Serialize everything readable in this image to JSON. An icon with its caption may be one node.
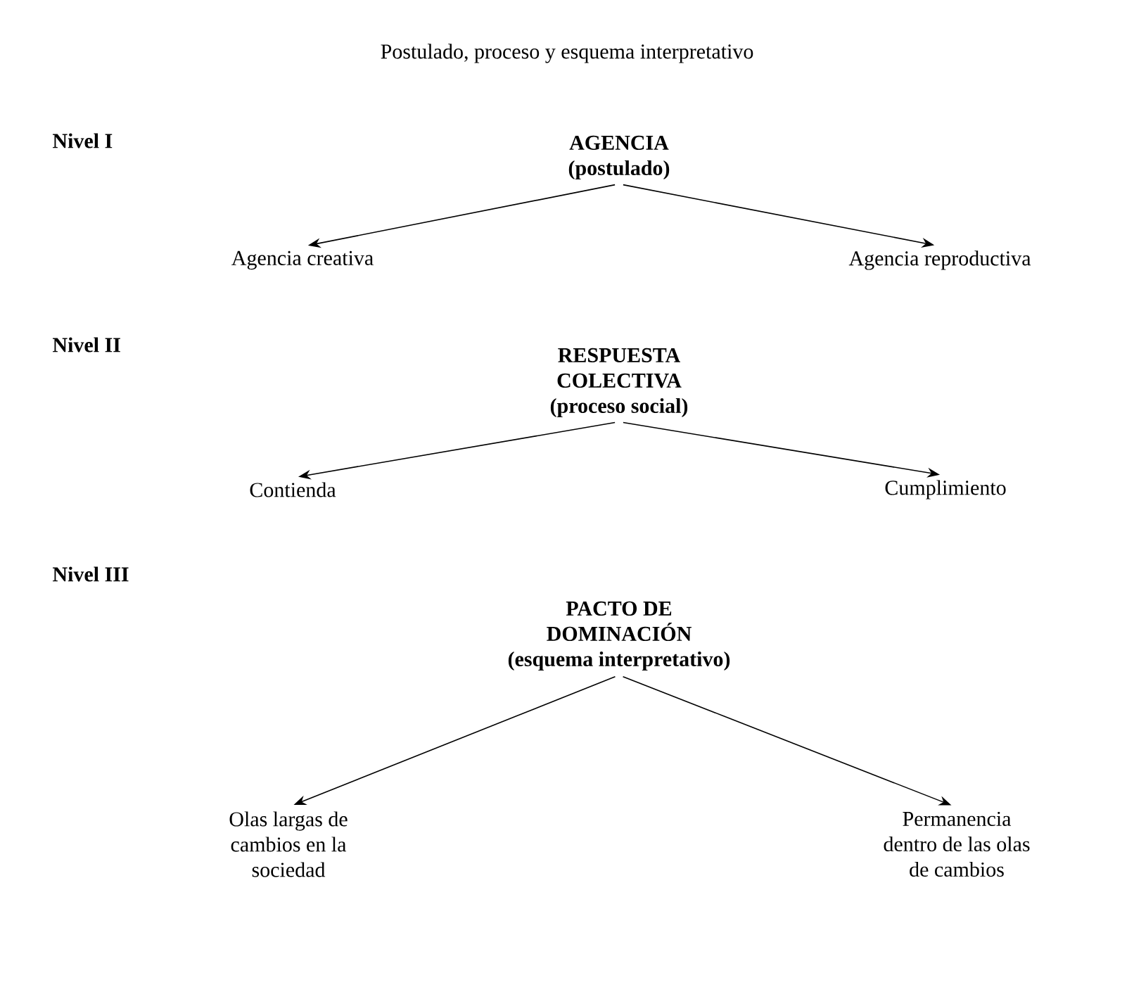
{
  "diagram": {
    "title": "Postulado, proceso y esquema interpretativo",
    "nodes": [
      {
        "text": [
          "AGENCIA (postulado)"
        ]
      },
      {
        "text": [
          "Agencia creativa"
        ]
      },
      {
        "text": [
          "Agencia reproductiva"
        ]
      },
      {
        "text": [
          "RESPUESTA COLECTIVA (proceso social)"
        ]
      },
      {
        "text": [
          "Contienda"
        ]
      },
      {
        "text": [
          "Cumplimiento"
        ]
      },
      {
        "text": [
          "PACTO DE DOMINACIÓN",
          "(esquema interpretativo)"
        ]
      },
      {
        "text": [
          "Olas largas de cambios en la sociedad"
        ]
      },
      {
        "text": [
          "Permanencia dentro de las olas de cambios"
        ]
      }
    ],
    "edges": [
      {
        "from": 0,
        "to": 1,
        "arrow": "to"
      },
      {
        "from": 0,
        "to": 2,
        "arrow": "to"
      },
      {
        "from": 3,
        "to": 4,
        "arrow": "to"
      },
      {
        "from": 3,
        "to": 5,
        "arrow": "to"
      },
      {
        "from": 6,
        "to": 7,
        "arrow": "to"
      },
      {
        "from": 6,
        "to": 8,
        "arrow": "to"
      }
    ],
    "labels": [
      "Nivel I",
      "Nivel II",
      "Nivel III"
    ]
  }
}
